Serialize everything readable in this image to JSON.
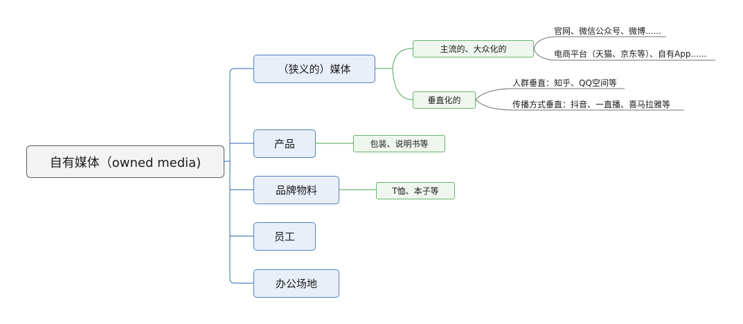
{
  "root": {
    "label": "自有媒体（owned media)"
  },
  "branches": [
    {
      "label": "（狭义的）媒体",
      "children": [
        {
          "label": "主流的、大众化的",
          "leaves": [
            "官网、微信公众号、微博......",
            "电商平台（天猫、京东等）、自有App......"
          ]
        },
        {
          "label": "垂直化的",
          "leaves": [
            "人群垂直：知乎、QQ空间等",
            "传播方式垂直：抖音、一直播、喜马拉雅等"
          ]
        }
      ]
    },
    {
      "label": "产品",
      "children": [
        {
          "label": "包装、说明书等"
        }
      ]
    },
    {
      "label": "品牌物料",
      "children": [
        {
          "label": "T恤、本子等"
        }
      ]
    },
    {
      "label": "员工"
    },
    {
      "label": "办公场地"
    }
  ],
  "colors": {
    "root_border": "#5b5b5b",
    "main_border": "#4f7fbd",
    "main_fill": "#e9eff9",
    "sub_border": "#6bb36f",
    "sub_fill": "#eef6ee",
    "wire_main": "#4f7fbd",
    "wire_sub": "#6bb36f",
    "wire_leaf": "#707070"
  }
}
